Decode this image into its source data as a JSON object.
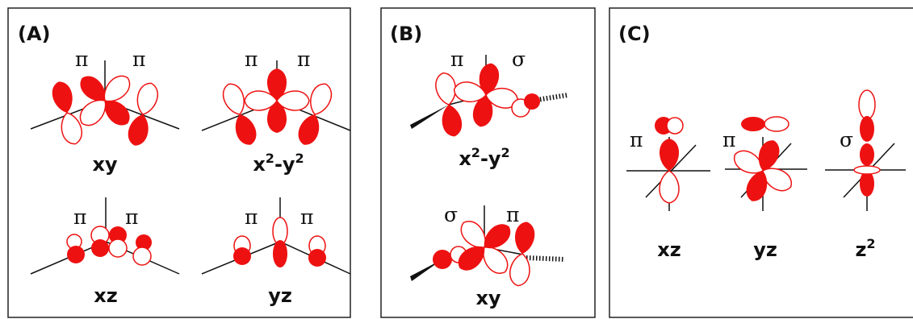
{
  "colors": {
    "lobe": "#ee1111",
    "line": "#111111"
  },
  "panels": [
    {
      "label": "(A)",
      "diagrams": [
        {
          "orbital": "xy",
          "left": "π",
          "right": "π"
        },
        {
          "orbital": "x²-y²",
          "base": "x",
          "sup1": "2",
          "mid": "-y",
          "sup2": "2",
          "left": "π",
          "right": "π"
        },
        {
          "orbital": "xz",
          "left": "π",
          "right": "π"
        },
        {
          "orbital": "yz",
          "left": "π",
          "right": "π"
        }
      ]
    },
    {
      "label": "(B)",
      "diagrams": [
        {
          "orbital": "x²-y²",
          "base": "x",
          "sup1": "2",
          "mid": "-y",
          "sup2": "2",
          "left": "π",
          "right": "σ"
        },
        {
          "orbital": "xy",
          "left": "σ",
          "right": "π"
        }
      ]
    },
    {
      "label": "(C)",
      "diagrams": [
        {
          "orbital": "xz",
          "symbol": "π"
        },
        {
          "orbital": "yz",
          "symbol": "π"
        },
        {
          "orbital": "z²",
          "base": "z",
          "sup1": "2",
          "symbol": "σ"
        }
      ]
    }
  ]
}
